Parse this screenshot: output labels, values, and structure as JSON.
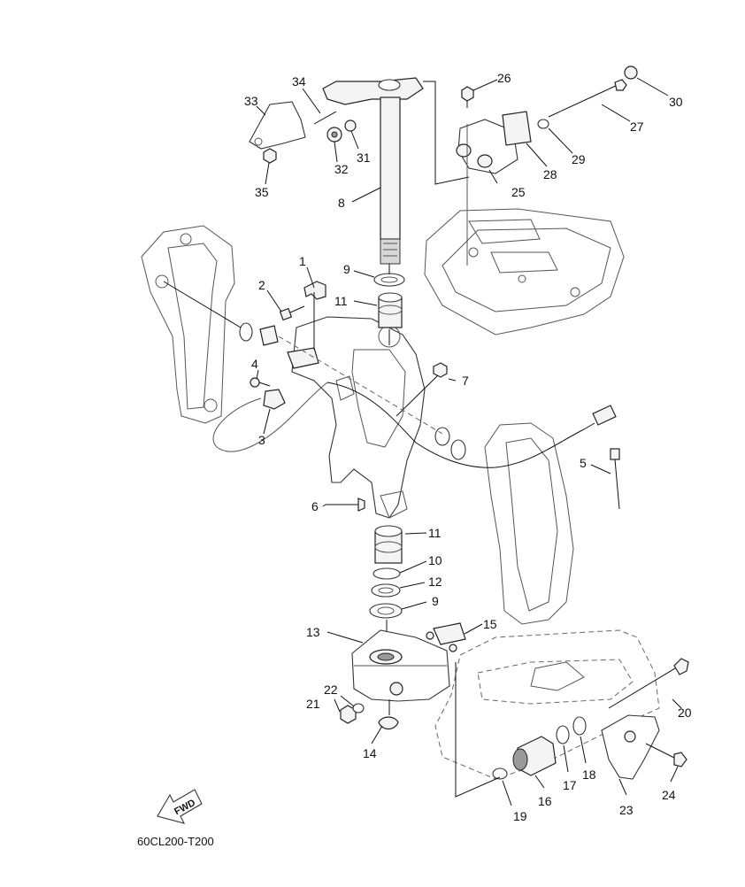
{
  "diagram": {
    "drawing_code": "60CL200-T200",
    "direction_label": "FWD",
    "callouts": [
      "1",
      "2",
      "3",
      "4",
      "5",
      "6",
      "7",
      "8",
      "9",
      "9",
      "10",
      "11",
      "11",
      "12",
      "13",
      "14",
      "15",
      "16",
      "17",
      "18",
      "19",
      "20",
      "21",
      "22",
      "23",
      "24",
      "25",
      "26",
      "27",
      "28",
      "29",
      "30",
      "31",
      "32",
      "33",
      "34",
      "35"
    ]
  }
}
